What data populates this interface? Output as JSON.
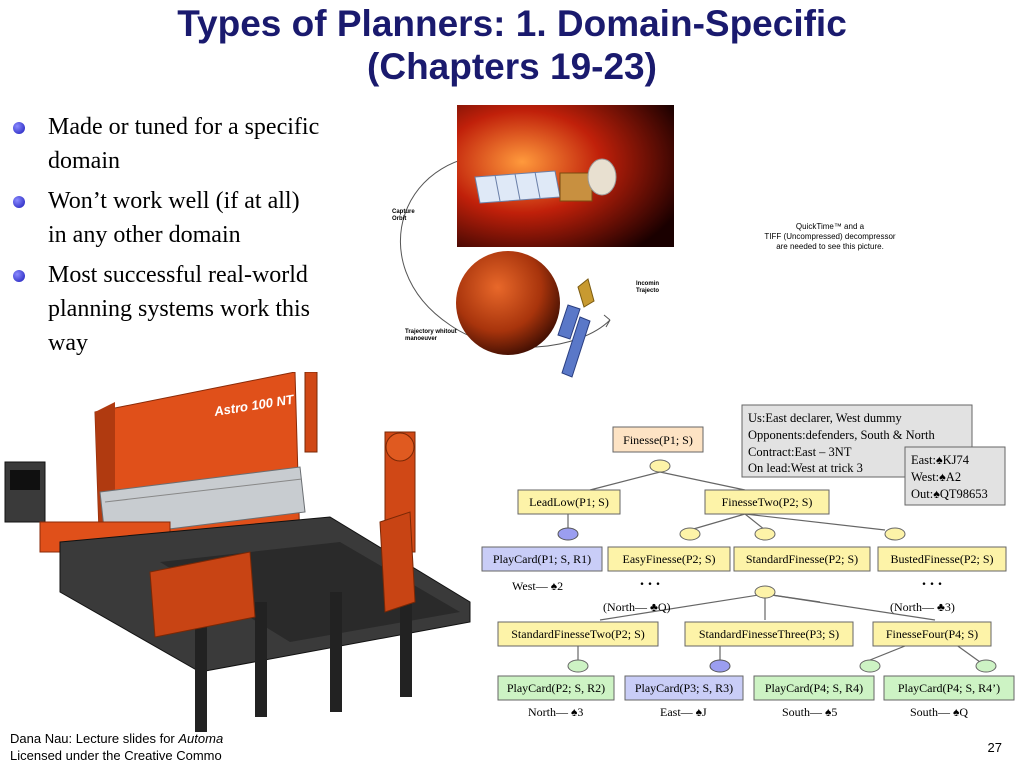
{
  "slide": {
    "title_line1": "Types of Planners:  1. Domain-Specific",
    "title_line2": "(Chapters 19-23)",
    "page_number": "27"
  },
  "bullets": [
    {
      "line1": "Made or tuned for a specific",
      "line2": "domain"
    },
    {
      "line1": "Won’t work well (if at all)",
      "line2": "in any other domain"
    },
    {
      "line1": "Most successful real-world",
      "line2": "planning systems work this",
      "line3": "way"
    }
  ],
  "mars_figure": {
    "capture_label_1": "Capture",
    "capture_label_2": "Orbit",
    "incoming_label_1": "Incomin",
    "incoming_label_2": "Trajecto",
    "trajectory_label_1": "Trajectory whitout",
    "trajectory_label_2": "manoeuver"
  },
  "quicktime_notice": {
    "line1": "QuickTime™ and a",
    "line2": "TIFF (Uncompressed) decompressor",
    "line3": "are needed to see this picture."
  },
  "machine_labels": {
    "brand": "Astro 100 NT"
  },
  "bridge_tree": {
    "info_box": [
      "Us:East declarer, West dummy",
      "Opponents:defenders, South & North",
      "Contract:East – 3NT",
      "On lead:West at trick 3"
    ],
    "hands_box": [
      "East:♠KJ74",
      "West:♠A2",
      "Out:♠QT98653"
    ],
    "root": "Finesse(P1; S)",
    "level1": [
      "LeadLow(P1; S)",
      "FinesseTwo(P2; S)"
    ],
    "level2": [
      "PlayCard(P1; S, R1)",
      "EasyFinesse(P2; S)",
      "StandardFinesse(P2; S)",
      "BustedFinesse(P2; S)"
    ],
    "level2_notes": [
      "West— ♠2",
      "(North— ♣Q)",
      "(North— ♣3)"
    ],
    "level3": [
      "StandardFinesseTwo(P2; S)",
      "StandardFinesseThree(P3; S)",
      "FinesseFour(P4; S)"
    ],
    "level4": [
      "PlayCard(P2; S, R2)",
      "PlayCard(P3; S, R3)",
      "PlayCard(P4; S, R4)",
      "PlayCard(P4; S, R4’)"
    ],
    "level4_notes": [
      "North— ♠3",
      "East— ♠J",
      "South— ♠5",
      "South— ♠Q"
    ]
  },
  "footer": {
    "line1_prefix": "Dana Nau: Lecture slides for ",
    "line1_italic": "Automa",
    "line2": "Licensed under the Creative Commo"
  },
  "colors": {
    "title": "#1a1a6e",
    "bullet": "#1a1ab8",
    "node_orange": "#fde3c4",
    "node_yellow": "#fdf3a8",
    "node_green": "#cdf3c4",
    "node_blue": "#c9cdf7",
    "machine": "#e0501a"
  }
}
